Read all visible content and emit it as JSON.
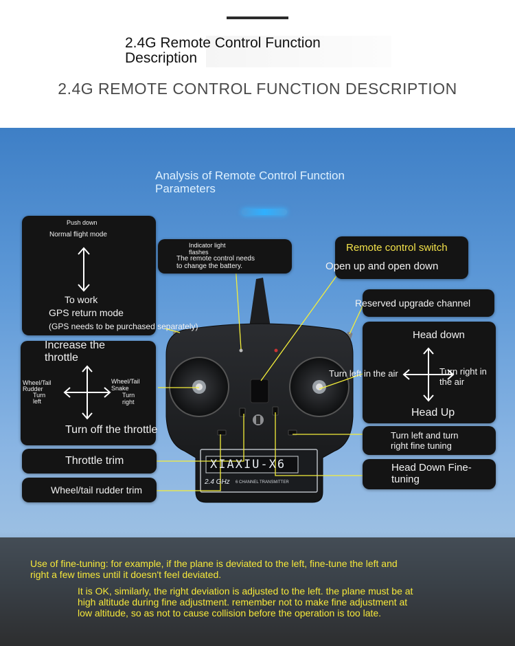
{
  "header": {
    "title_line1": "2.4G Remote Control Function",
    "title_line2": "Description",
    "subtitle": "2.4G REMOTE CONTROL FUNCTION DESCRIPTION"
  },
  "panel": {
    "title_line1": "Analysis of Remote Control Function",
    "title_line2": "Parameters"
  },
  "labels": {
    "push_down": "Push down",
    "normal_flight_mode": "Normal flight mode",
    "to_work": "To work",
    "gps_return_mode": "GPS return mode",
    "gps_note": "(GPS needs to be purchased separately)",
    "indicator_line1": "Indicator light",
    "indicator_line2": "flashes",
    "indicator_line3": "The remote control needs",
    "indicator_line4": "to change the battery.",
    "remote_switch": "Remote control switch",
    "open_up_down": "Open up and open down",
    "reserved_upgrade": "Reserved upgrade channel",
    "increase_line1": "Increase the",
    "increase_line2": "throttle",
    "wheel_left_line1": "Wheel/Tail",
    "wheel_left_line2": "Rudder",
    "wheel_left_line3": "Turn",
    "wheel_left_line4": "left",
    "wheel_right_line1": "Wheel/Tail",
    "wheel_right_line2": "Snake",
    "wheel_right_line3": "Turn",
    "wheel_right_line4": "right",
    "turn_off_throttle": "Turn off the throttle",
    "throttle_trim": "Throttle trim",
    "wheel_tail_trim": "Wheel/tail rudder trim",
    "head_down": "Head down",
    "head_up": "Head Up",
    "turn_left_air": "Turn left in the air",
    "turn_right_line1": "Turn right in",
    "turn_right_line2": "the air",
    "fine_tuning_line1": "Turn left and turn",
    "fine_tuning_line2": "right fine tuning",
    "head_down_fine_line1": "Head Down Fine-",
    "head_down_fine_line2": "tuning"
  },
  "device": {
    "brand": "XIAXIU-X6",
    "freq": "2.4 GHz",
    "channels": "6 CHANNEL TRANSMITTER"
  },
  "notes": {
    "note1_line1": "Use of fine-tuning: for example, if the plane is deviated to the left, fine-tune the left and",
    "note1_line2": "right a few times until it doesn't feel deviated.",
    "note2_line1": "It is OK, similarly, the right deviation is adjusted to the left. the plane must be at",
    "note2_line2": "high altitude during fine adjustment. remember not to make fine adjustment at",
    "note2_line3": "low altitude, so as not to cause collision before the operation is too late."
  },
  "colors": {
    "label_box": "#141414",
    "leader_line": "#f5ef3a",
    "note_text": "#f6e83a",
    "switch_text": "#f3e24a"
  }
}
